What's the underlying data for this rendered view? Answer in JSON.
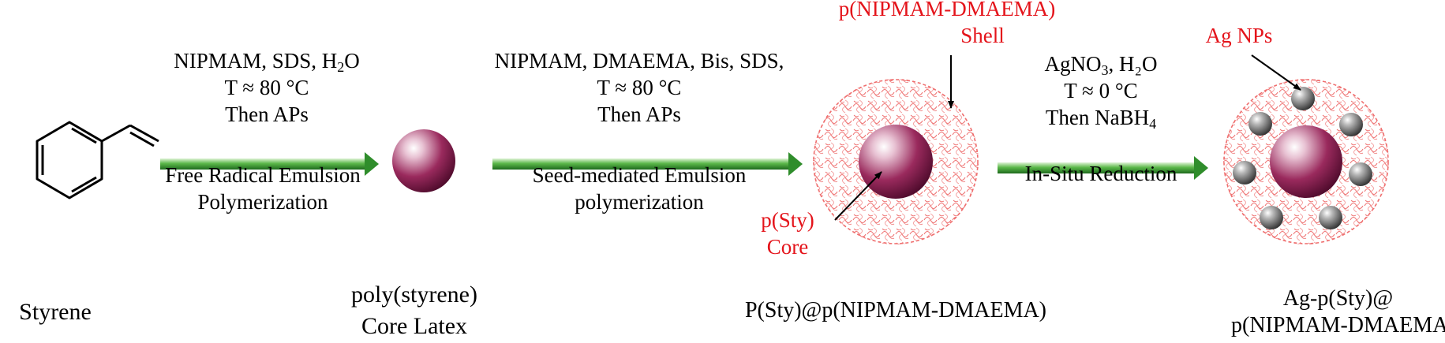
{
  "colors": {
    "arrow_green": "#2e8f2a",
    "core_maroon": "#8a1b4f",
    "shell_red": "#ee6a6a",
    "label_red": "#e4141b",
    "silver_np": "#555555"
  },
  "icons": {
    "styrene": "styrene-structure-icon",
    "core": "core-latex-sphere-icon",
    "core_shell": "core-shell-particle-icon",
    "ag_composite": "ag-nanoparticle-composite-icon"
  },
  "compounds": {
    "styrene": "Styrene",
    "core_line1": "poly(styrene)",
    "core_line2": "Core Latex",
    "core_shell": "P(Sty)@p(NIPMAM-DMAEMA)",
    "composite_line1": "Ag-p(Sty)@",
    "composite_line2": "p(NIPMAM-DMAEMA)"
  },
  "step1": {
    "cond1_pre": "NIPMAM, SDS, H",
    "cond1_sub": "2",
    "cond1_post": "O",
    "cond2": "T ≈ 80 °C",
    "cond3": "Then APs",
    "desc1": "Free Radical Emulsion",
    "desc2": "Polymerization"
  },
  "step2": {
    "cond1": "NIPMAM, DMAEMA, Bis, SDS,",
    "cond2": "T ≈ 80 °C",
    "cond3": "Then APs",
    "desc1": "Seed-mediated Emulsion",
    "desc2": "polymerization"
  },
  "step3": {
    "cond1_pre": "AgNO",
    "cond1_sub": "3",
    "cond1_post": ", H₂O",
    "cond2": "T ≈ 0 °C",
    "cond3_pre": "Then NaBH",
    "cond3_sub": "4",
    "desc1": "In-Situ Reduction"
  },
  "annotations": {
    "shell_line1": "p(NIPMAM-DMAEMA)",
    "shell_line2": "Shell",
    "core_line1": "p(Sty)",
    "core_line2": "Core",
    "ag": "Ag NPs"
  }
}
